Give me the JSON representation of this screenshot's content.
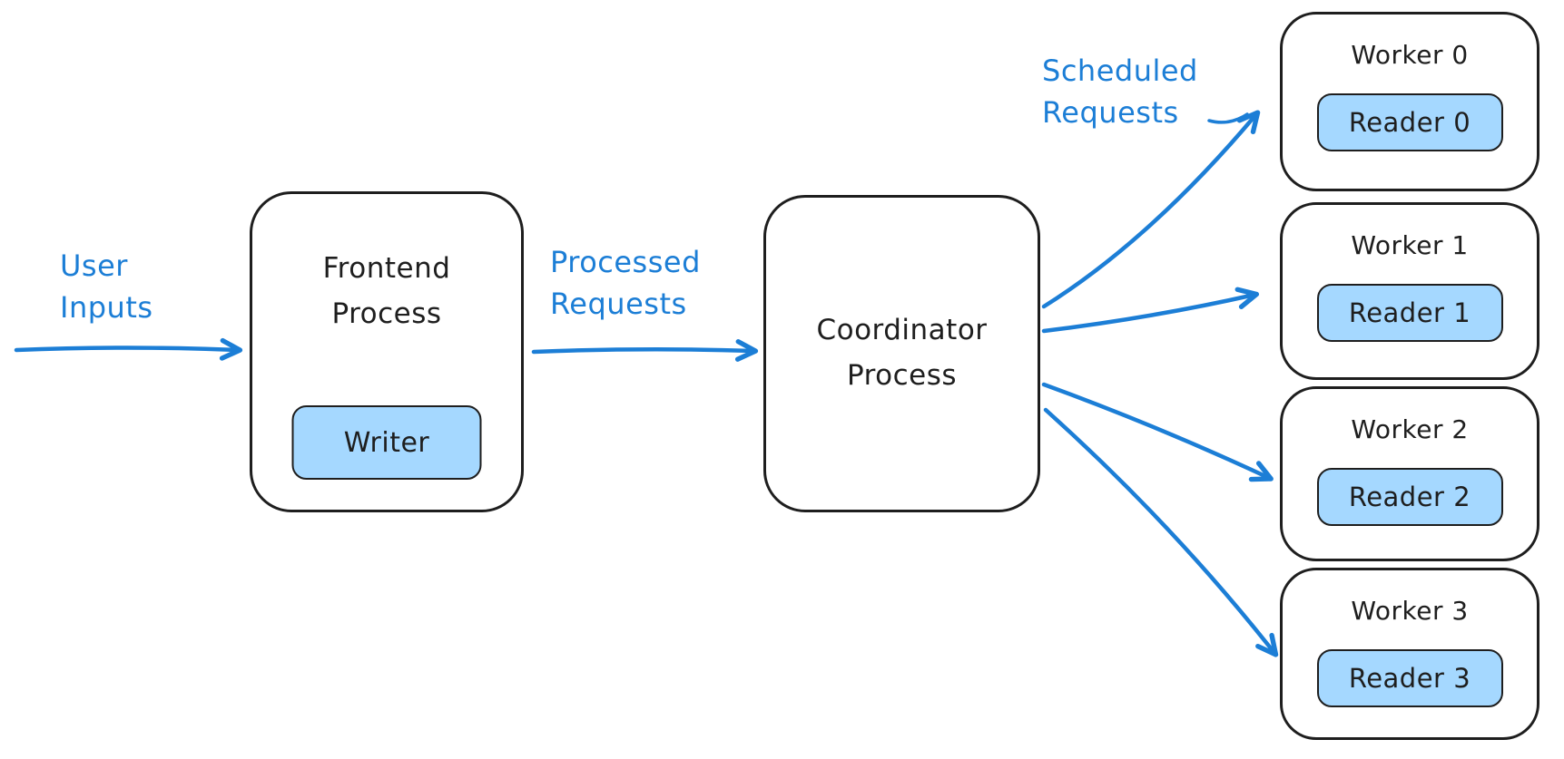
{
  "colors": {
    "accent_blue": "#1c7ed6",
    "chip_fill": "#a5d8ff",
    "stroke_black": "#1e1e1e",
    "background": "#ffffff"
  },
  "edge_labels": {
    "user_inputs": "User\nInputs",
    "processed_requests": "Processed\nRequests",
    "scheduled_requests": "Scheduled\nRequests"
  },
  "nodes": {
    "frontend": {
      "title": "Frontend\nProcess",
      "child": "Writer"
    },
    "coordinator": {
      "title": "Coordinator\nProcess"
    },
    "workers": [
      {
        "title": "Worker 0",
        "child": "Reader 0"
      },
      {
        "title": "Worker 1",
        "child": "Reader 1"
      },
      {
        "title": "Worker 2",
        "child": "Reader 2"
      },
      {
        "title": "Worker 3",
        "child": "Reader 3"
      }
    ]
  }
}
